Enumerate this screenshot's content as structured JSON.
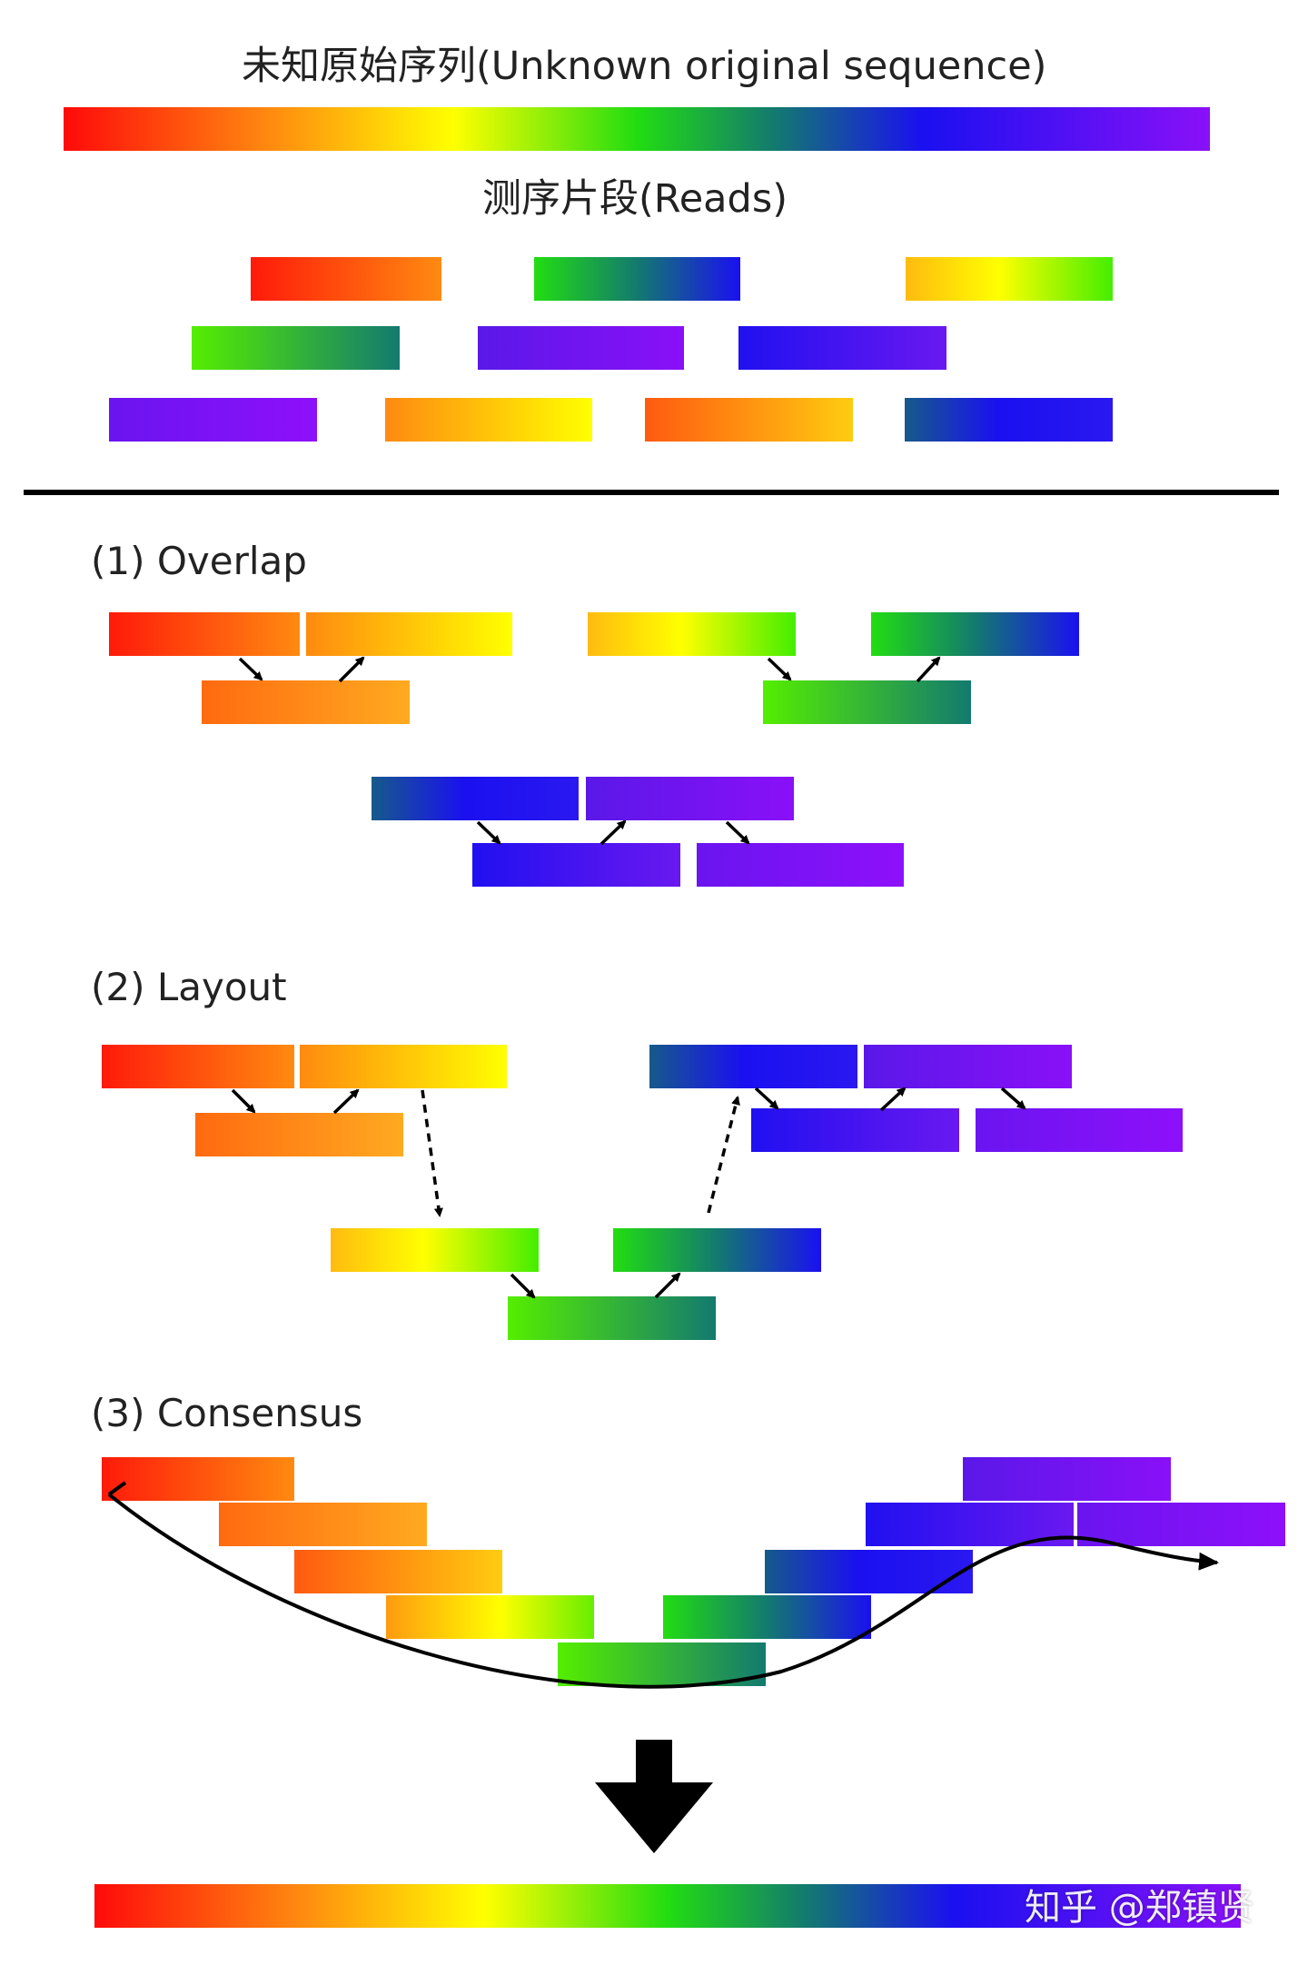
{
  "title_unknown": "未知原始序列(Unknown original sequence)",
  "title_reads": "测序片段(Reads)",
  "step1": "(1) Overlap",
  "step2": "(2) Layout",
  "step3": "(3) Consensus",
  "watermark": "知乎 @郑镇贤",
  "colors": {
    "red": "#ff1a0a",
    "orange": "#ff8c10",
    "yellow": "#ffee00",
    "green": "#44ee00",
    "teal": "#137a6e",
    "blue": "#1a10f0",
    "indigo": "#5a18f0",
    "violet": "#8a10f8",
    "line": "#000000"
  }
}
